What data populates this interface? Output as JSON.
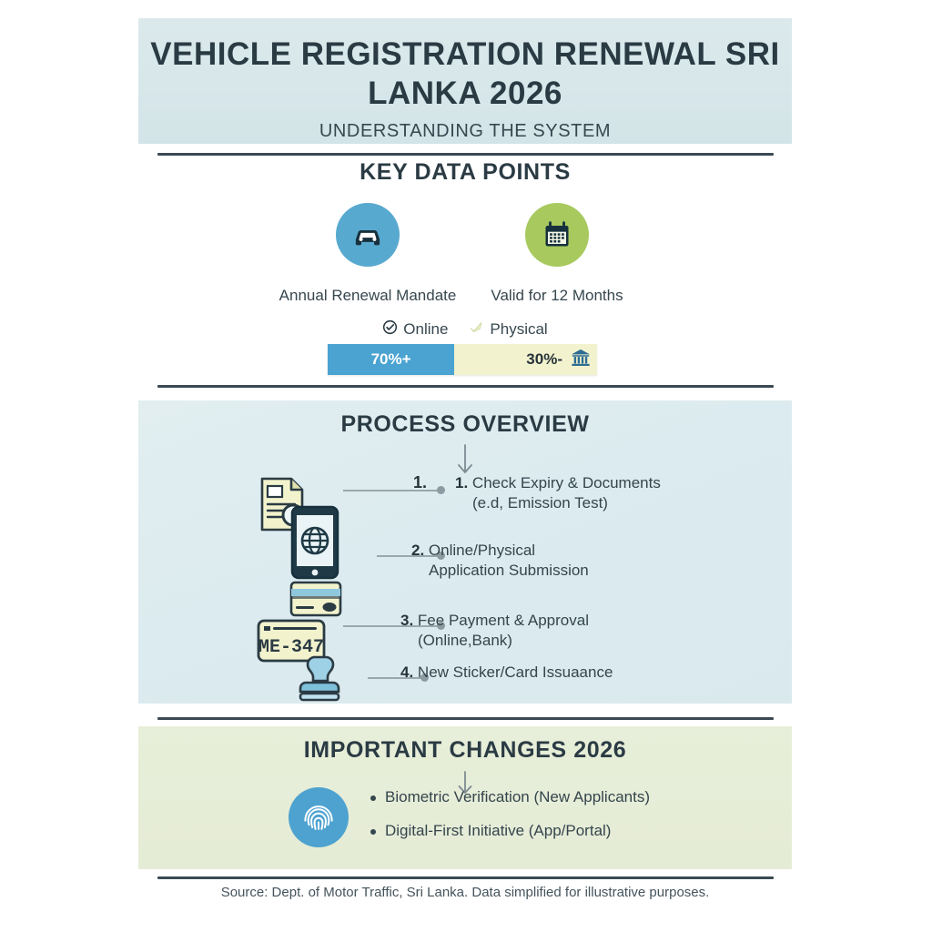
{
  "header": {
    "title": "VEHICLE REGISTRATION RENEWAL SRI LANKA 2026",
    "subtitle": "UNDERSTANDING THE SYSTEM"
  },
  "key_data": {
    "title": "KEY DATA POINTS",
    "items": [
      {
        "label": "Annual Renewal Mandate",
        "icon": "car-icon",
        "color": "#58a9cf"
      },
      {
        "label": "Valid for 12 Months",
        "icon": "calendar-icon",
        "color": "#a8c95e"
      }
    ],
    "legend": [
      {
        "label": "Online",
        "icon": "check-circle-icon"
      },
      {
        "label": "Physical",
        "icon": "check-mark-icon"
      }
    ]
  },
  "chart_data": {
    "type": "bar",
    "title": "KEY DATA POINTS",
    "orientation": "horizontal-stacked",
    "categories": [
      "Online",
      "Physical"
    ],
    "values": [
      70,
      30
    ],
    "value_labels": [
      "70%+",
      "30%-"
    ],
    "colors": [
      "#4aa3d1",
      "#f2f3ce"
    ],
    "ylabel": "",
    "xlabel": "",
    "ylim": [
      0,
      100
    ],
    "grid": false,
    "legend_position": "top",
    "end_icon": "bank-icon"
  },
  "process": {
    "title": "PROCESS OVERVIEW",
    "arrow": "down-arrow-icon",
    "stray_marker": "1.",
    "steps": [
      {
        "num": "1.",
        "text": "Check Expiry & Documents",
        "sub": "(e.d, Emission Test)",
        "icon": "document-search-icon"
      },
      {
        "num": "2.",
        "text": "Online/Physical",
        "sub": "Application Submission",
        "icon": "smartphone-globe-icon"
      },
      {
        "num": "3.",
        "text": "Fee Payment & Approval",
        "sub": "(Online,Bank)",
        "icon": "credit-card-icon"
      },
      {
        "num": "4.",
        "text": "New Sticker/Card Issuaance",
        "sub": "",
        "icon": "license-plate-icon"
      }
    ],
    "plate_text": "ME-347",
    "extra_icon": "rubber-stamp-icon"
  },
  "changes": {
    "title": "IMPORTANT CHANGES 2026",
    "arrow": "down-arrow-icon",
    "icon": "fingerprint-icon",
    "items": [
      "Biometric Verification (New Applicants)",
      "Digital-First Initiative (App/Portal)"
    ]
  },
  "footer": {
    "source": "Source: Dept. of Motor Traffic, Sri Lanka. Data simplified for illustrative purposes."
  }
}
